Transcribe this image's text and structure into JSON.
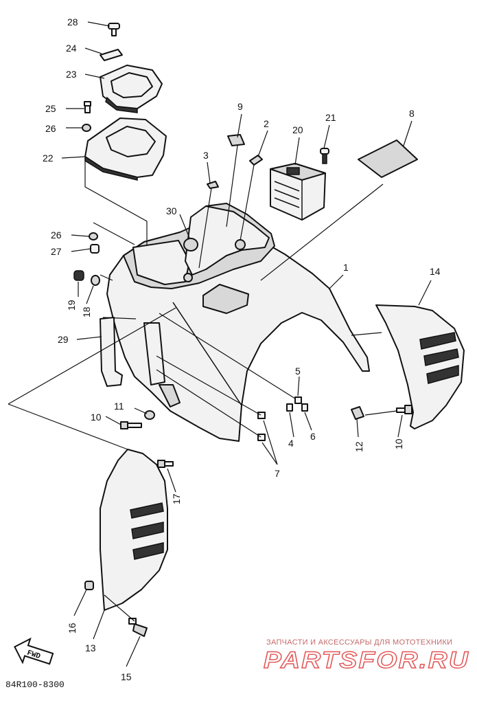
{
  "diagram": {
    "part_numbers": [
      "28",
      "24",
      "23",
      "25",
      "26",
      "22",
      "9",
      "2",
      "20",
      "21",
      "8",
      "3",
      "30",
      "26",
      "27",
      "19",
      "18",
      "29",
      "1",
      "14",
      "5",
      "11",
      "10",
      "4",
      "6",
      "12",
      "10",
      "7",
      "17",
      "16",
      "13",
      "15"
    ],
    "drawing_code": "84R100-8300",
    "fwd_label": "FWD"
  },
  "watermark": {
    "caption": "ЗАПЧАСТИ И АКСЕССУАРЫ ДЛЯ МОТОТЕХНИКИ",
    "logo": "PARTSFOR.RU"
  }
}
